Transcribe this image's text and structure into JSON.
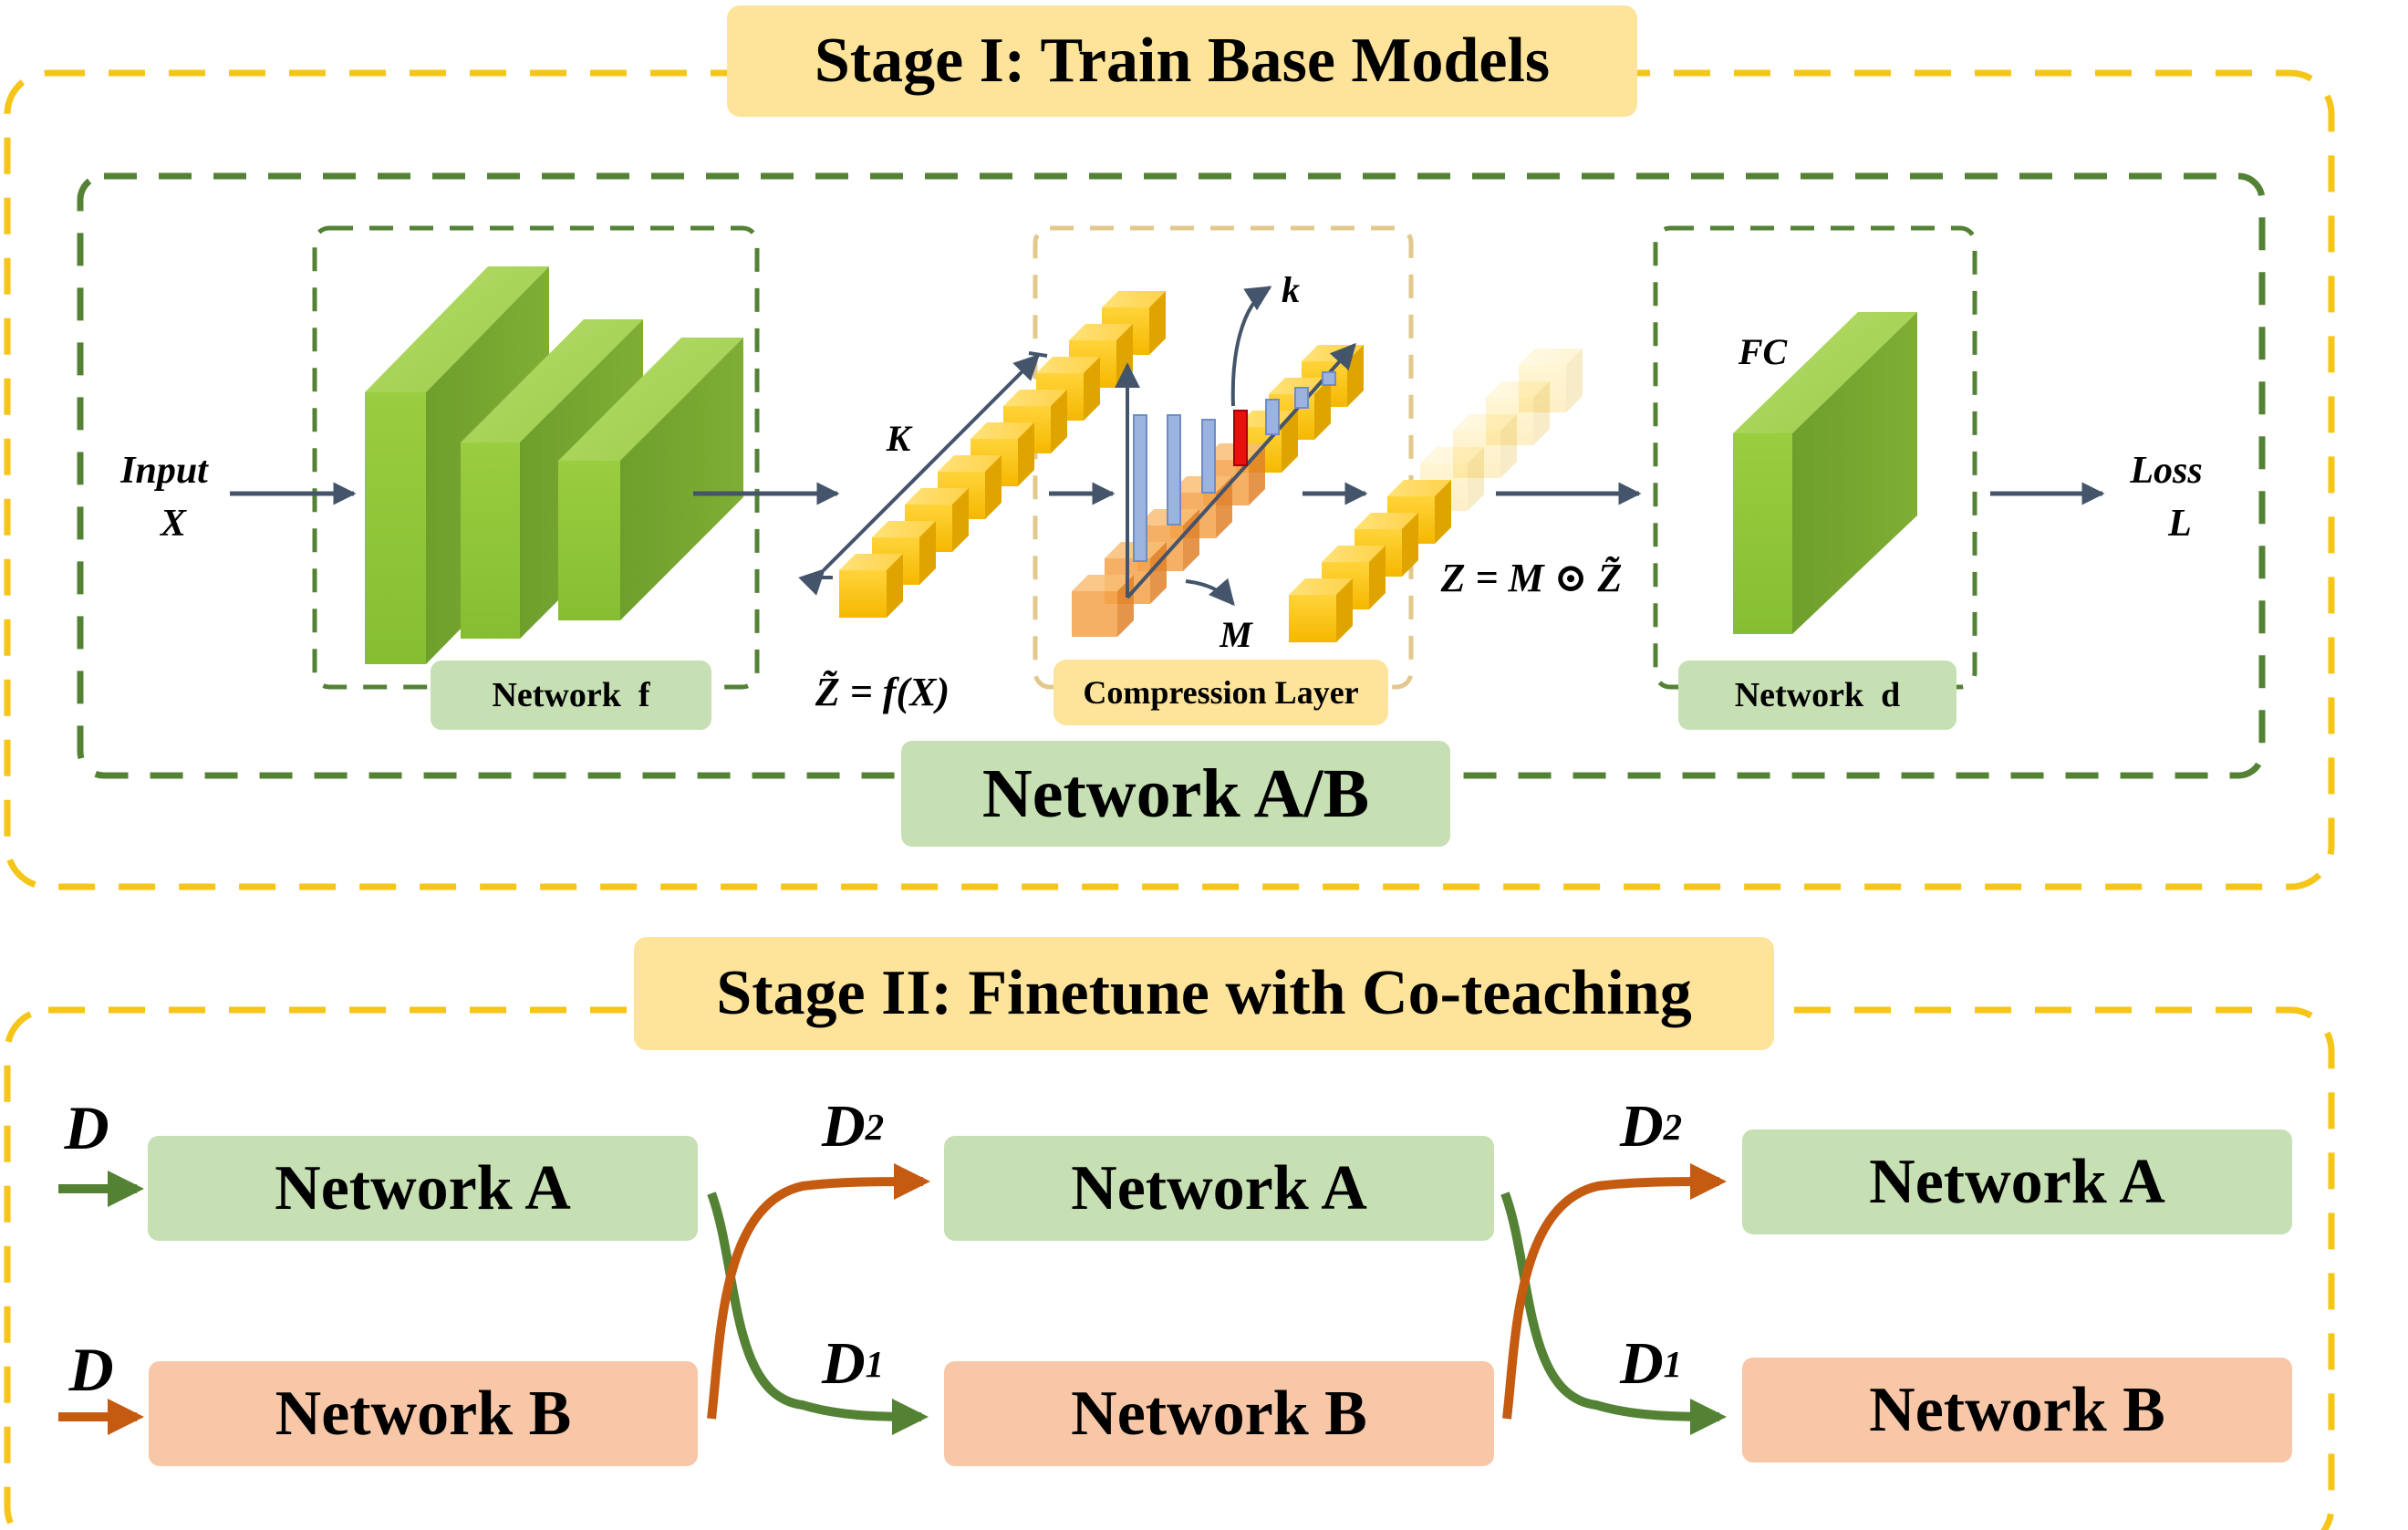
{
  "stage1": {
    "title": "Stage I: Train Base Models",
    "input_label": "Input",
    "input_var": "X",
    "network_f_label": "Network  f",
    "k_big_label": "K",
    "z_tilde_eq": "Z̃ = f(X)",
    "compression_label": "Compression Layer",
    "k_small_label": "k",
    "m_label": "M",
    "z_eq": "Z = M ⊙ Z̃",
    "fc_label": "FC",
    "network_d_label": "Network  d",
    "loss_label": "Loss",
    "loss_var": "L",
    "network_ab_label": "Network A/B"
  },
  "stage2": {
    "title": "Stage II: Finetune with Co-teaching",
    "network_a": "Network A",
    "network_b": "Network B",
    "d_label": "D",
    "d1_base": "D",
    "d1_sub": "1",
    "d2_base": "D",
    "d2_sub": "2"
  },
  "colors": {
    "yellow_dash": "#F5C518",
    "green_dash": "#548235",
    "green_arrow": "#548235",
    "orange_arrow": "#C55A11",
    "arrow_dark": "#44546A",
    "label_yellow": "#FDE49A",
    "label_green": "#C6E0B4",
    "label_orange": "#F7C7A8"
  }
}
